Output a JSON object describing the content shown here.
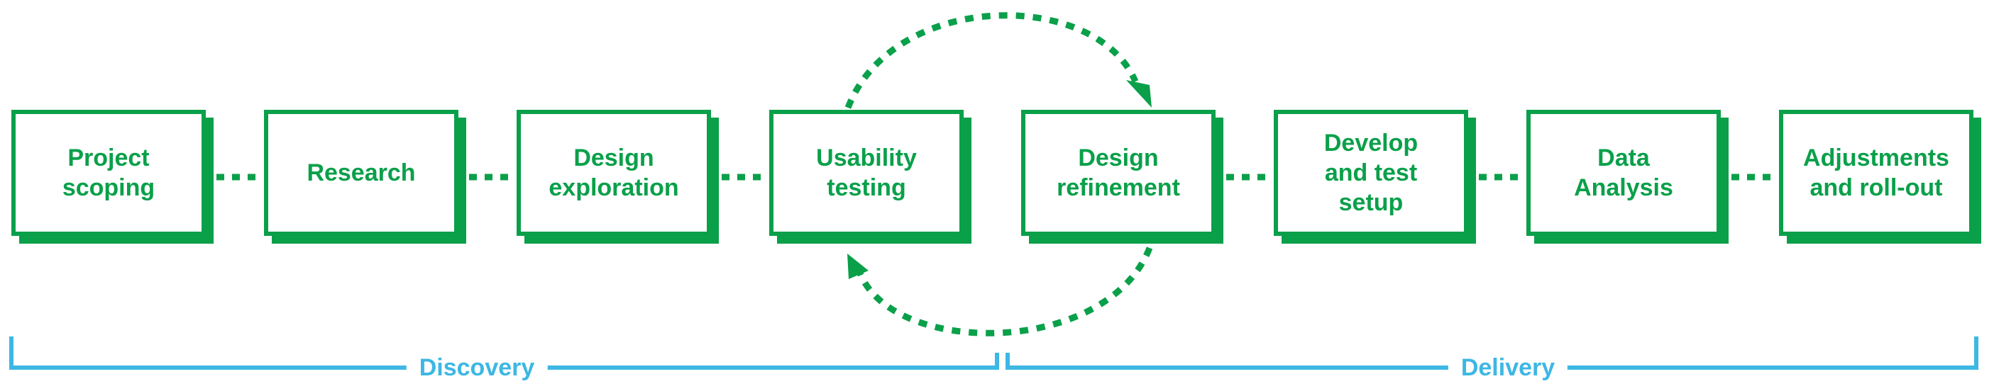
{
  "steps": [
    {
      "id": "project-scoping",
      "label": "Project\nscoping"
    },
    {
      "id": "research",
      "label": "Research"
    },
    {
      "id": "design-exploration",
      "label": "Design\nexploration"
    },
    {
      "id": "usability-testing",
      "label": "Usability\ntesting"
    },
    {
      "id": "design-refinement",
      "label": "Design\nrefinement"
    },
    {
      "id": "develop-test-setup",
      "label": "Develop\nand test\nsetup"
    },
    {
      "id": "data-analysis",
      "label": "Data\nAnalysis"
    },
    {
      "id": "adjustments-rollout",
      "label": "Adjustments\nand roll-out"
    }
  ],
  "phases": [
    {
      "id": "discovery",
      "label": "Discovery"
    },
    {
      "id": "delivery",
      "label": "Delivery"
    }
  ],
  "colors": {
    "step": "#0aa04a",
    "phase": "#3db7e4",
    "background": "#ffffff"
  },
  "connectors": {
    "style": "dotted",
    "loop_between": [
      "usability-testing",
      "design-refinement"
    ]
  }
}
